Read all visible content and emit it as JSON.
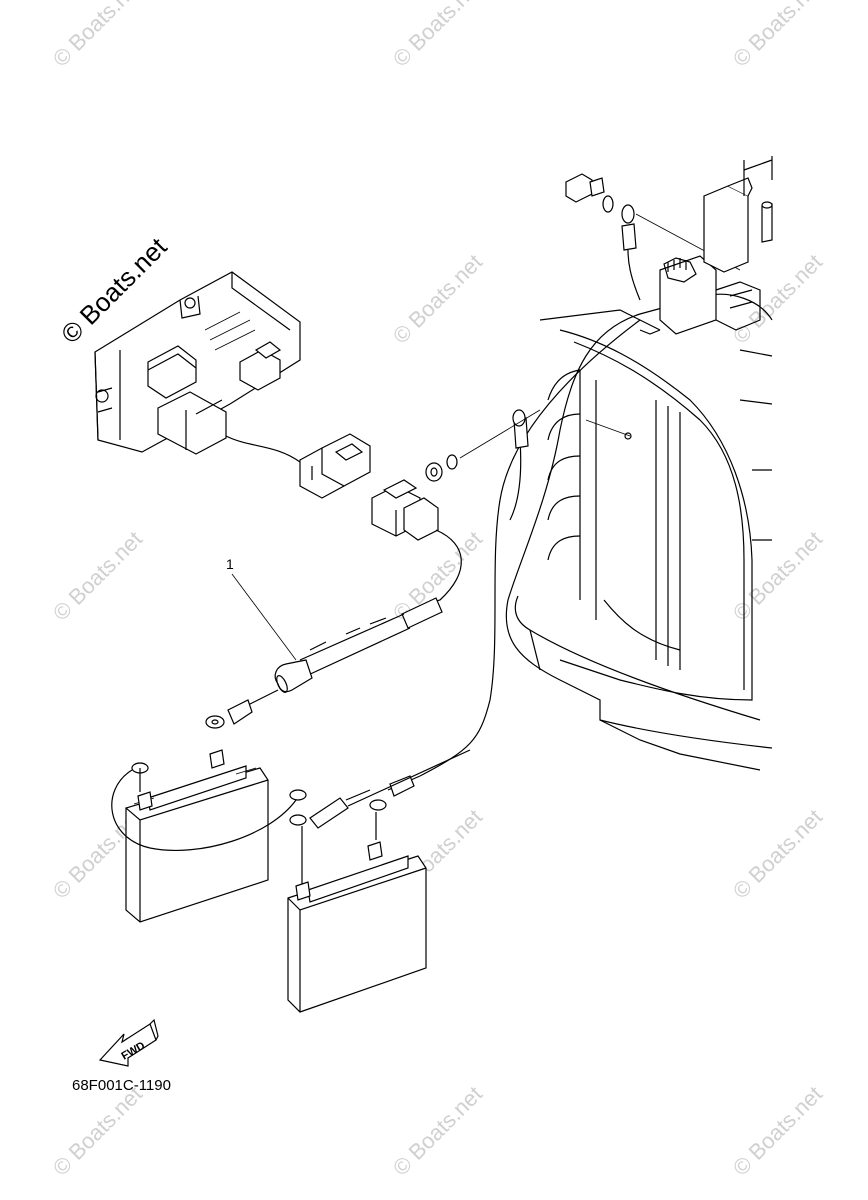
{
  "watermark": {
    "main_text": "© Boats.net",
    "repeat_text": "© Boats.net"
  },
  "callouts": [
    {
      "id": "1",
      "label": "1",
      "part": "battery-cable-harness"
    }
  ],
  "diagram_code": "68F001C-1190",
  "fwd_arrow": {
    "label": "FWD",
    "icon": "fwd-arrow-icon"
  },
  "colors": {
    "line": "#000000",
    "watermark": "#d0d0d0",
    "background": "#ffffff"
  }
}
